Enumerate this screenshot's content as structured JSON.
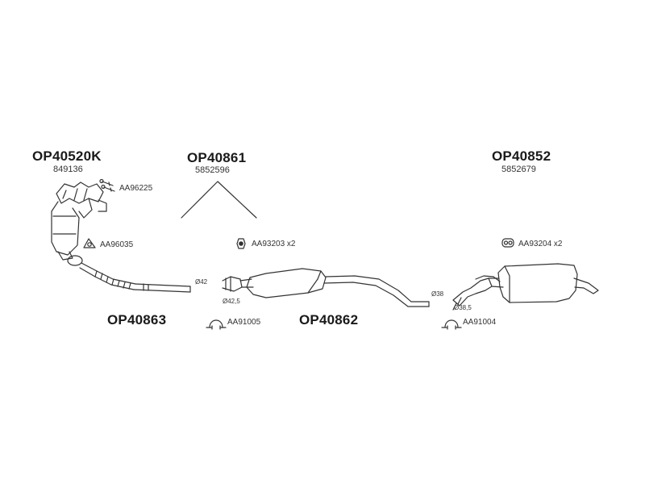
{
  "diagram": {
    "groups": {
      "manifold": {
        "part_number": "OP40520K",
        "oem": "849136"
      },
      "center": {
        "part_number": "OP40861",
        "oem": "5852596"
      },
      "rear": {
        "part_number": "OP40852",
        "oem": "5852679"
      },
      "front_pipe": {
        "part_number": "OP40863"
      },
      "middle": {
        "part_number": "OP40862"
      }
    },
    "accessories": {
      "bolts_manifold": "AA96225",
      "gasket_manifold": "AA96035",
      "rubber_mid": "AA93203 x2",
      "rubber_rear": "AA93204 x2",
      "clamp_mid": "AA91005",
      "clamp_rear": "AA91004"
    },
    "diameters": {
      "d42": "Ø42",
      "d42_5": "Ø42,5",
      "d38": "Ø38",
      "d38_5": "Ø38,5"
    }
  },
  "colors": {
    "line": "#333333",
    "text": "#1a1a1a",
    "background": "#ffffff"
  }
}
